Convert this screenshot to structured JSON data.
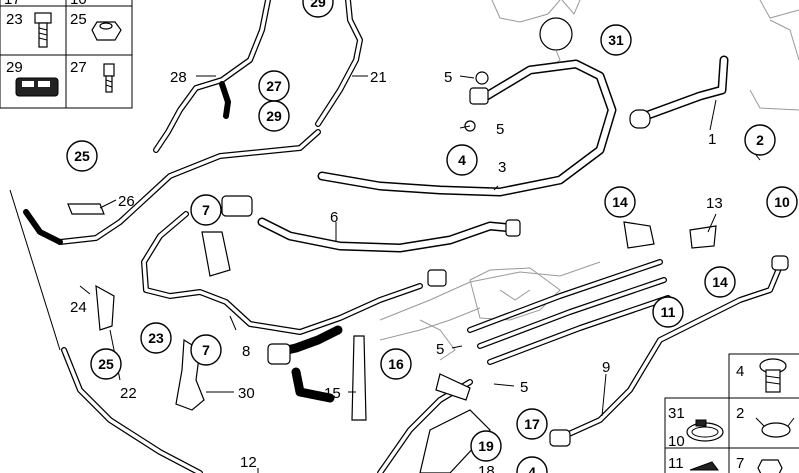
{
  "legend_left": {
    "row_top_partial": [
      "17",
      "10"
    ],
    "cells": [
      {
        "number": "23",
        "icon": "bolt-icon"
      },
      {
        "number": "25",
        "icon": "nut-icon"
      },
      {
        "number": "29",
        "icon": "clip-icon"
      },
      {
        "number": "27",
        "icon": "stud-icon"
      }
    ]
  },
  "legend_right": {
    "cells": [
      {
        "number": "4",
        "icon": "seal-ring-icon"
      },
      {
        "number": "31",
        "icon": "hose-clamp-icon"
      },
      {
        "number": "10",
        "icon": "hose-clamp-icon"
      },
      {
        "number": "2",
        "icon": "spring-clamp-icon"
      },
      {
        "number": "11",
        "icon": "bracket-icon"
      },
      {
        "number": "7",
        "icon": "cap-nut-icon"
      }
    ]
  },
  "plain_labels": {
    "l28": "28",
    "l21": "21",
    "l5a": "5",
    "l5b": "5",
    "l1": "1",
    "l26": "26",
    "l3": "3",
    "l6": "6",
    "l13": "13",
    "l24": "24",
    "l22": "22",
    "l8": "8",
    "l5c": "5",
    "l5d": "5",
    "l9": "9",
    "l30": "30",
    "l15": "15",
    "l12": "12",
    "l18": "18"
  },
  "circled_labels": {
    "c29top": "29",
    "c27": "27",
    "c29": "29",
    "c31": "31",
    "c2": "2",
    "c4": "4",
    "c25": "25",
    "c7a": "7",
    "c10": "10",
    "c14a": "14",
    "c14b": "14",
    "c11": "11",
    "c25b": "25",
    "c23": "23",
    "c7b": "7",
    "c16": "16",
    "c17": "17",
    "c19": "19",
    "c4b": "4"
  }
}
